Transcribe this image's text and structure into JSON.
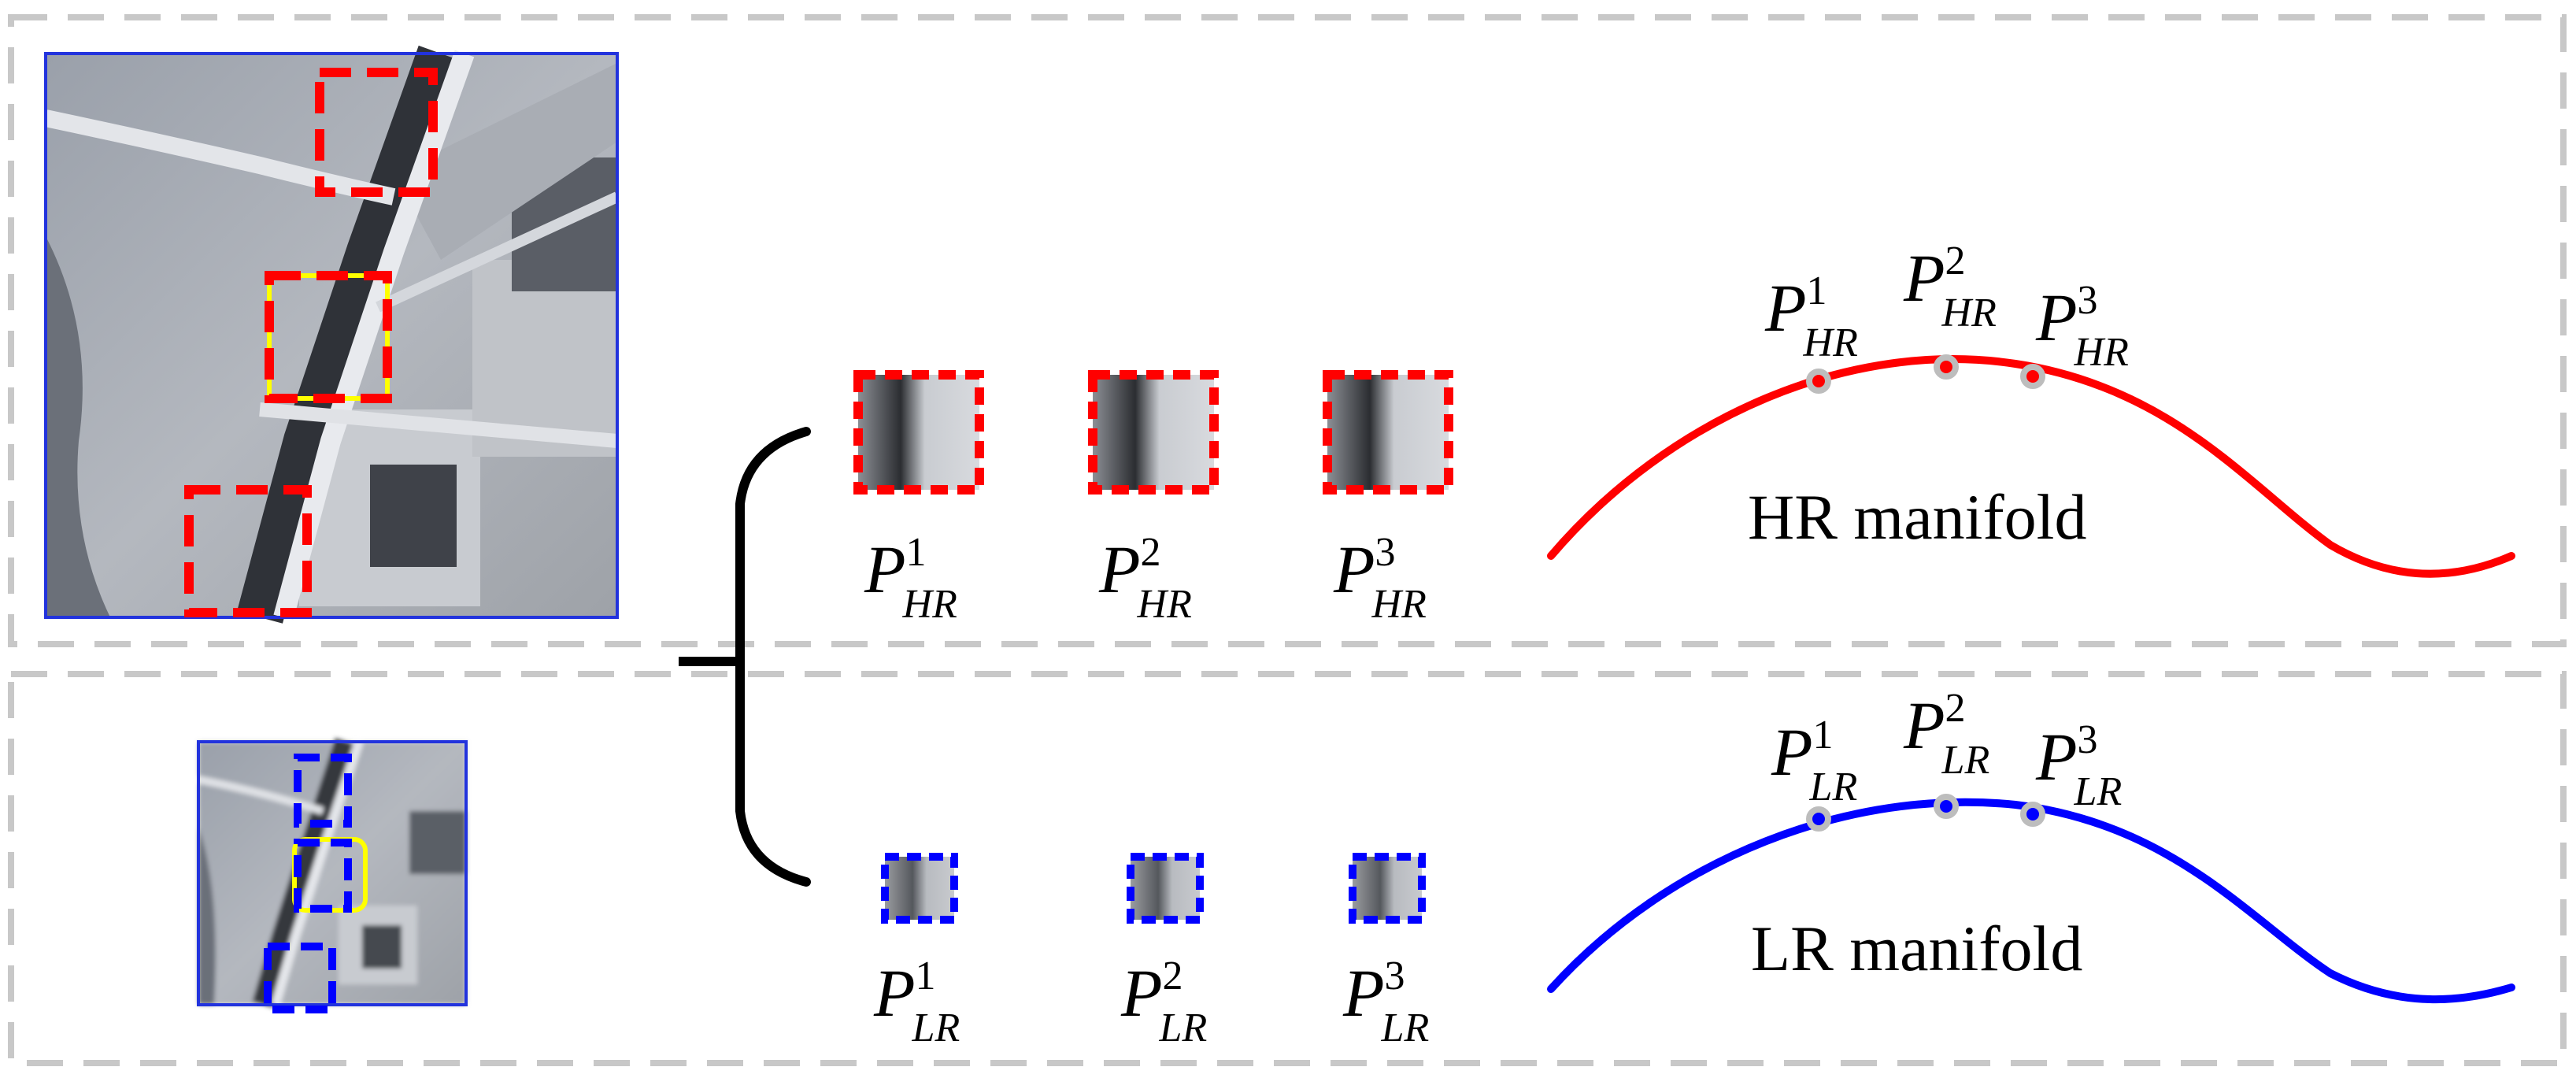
{
  "panels": {
    "hr": {
      "manifold_label": "HR manifold",
      "patch_labels": [
        {
          "base": "P",
          "sup": "1",
          "sub": "HR"
        },
        {
          "base": "P",
          "sup": "2",
          "sub": "HR"
        },
        {
          "base": "P",
          "sup": "3",
          "sub": "HR"
        }
      ],
      "curve_point_labels": [
        {
          "base": "P",
          "sup": "1",
          "sub": "HR"
        },
        {
          "base": "P",
          "sup": "2",
          "sub": "HR"
        },
        {
          "base": "P",
          "sup": "3",
          "sub": "HR"
        }
      ]
    },
    "lr": {
      "manifold_label": "LR manifold",
      "patch_labels": [
        {
          "base": "P",
          "sup": "1",
          "sub": "LR"
        },
        {
          "base": "P",
          "sup": "2",
          "sub": "LR"
        },
        {
          "base": "P",
          "sup": "3",
          "sub": "LR"
        }
      ],
      "curve_point_labels": [
        {
          "base": "P",
          "sup": "1",
          "sub": "LR"
        },
        {
          "base": "P",
          "sup": "2",
          "sub": "LR"
        },
        {
          "base": "P",
          "sup": "3",
          "sub": "LR"
        }
      ]
    }
  },
  "colors": {
    "hr_accent": "#ff0000",
    "lr_accent": "#0000ff",
    "highlight": "#ffff00",
    "panel_border": "#c8c8c8",
    "bracket": "#000000",
    "curve_point_ring": "#bdbdbd"
  }
}
